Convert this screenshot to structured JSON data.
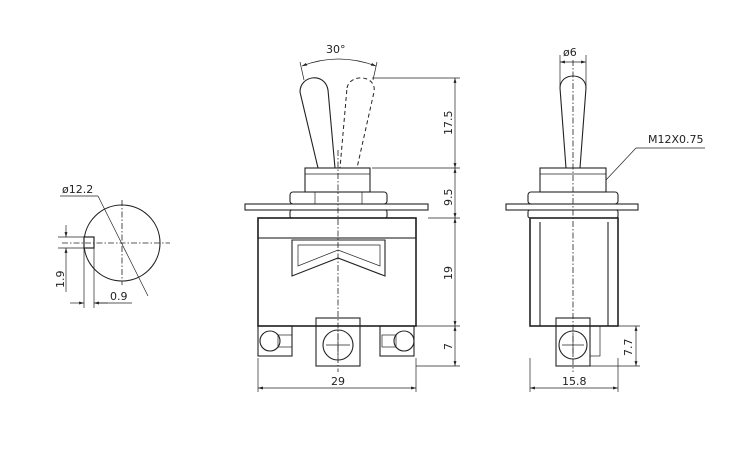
{
  "dimensions": {
    "angle": "30°",
    "handle_dia": "ø6",
    "thread": "M12X0.75",
    "lever_height": "17.5",
    "bushing_height": "9.5",
    "body_height": "19",
    "terminal_height": "7",
    "body_width": "29",
    "side_width": "15.8",
    "side_terminal": "7.7",
    "panel_hole_dia": "ø12.2",
    "keyway_height": "1.9",
    "keyway_depth": "0.9"
  }
}
